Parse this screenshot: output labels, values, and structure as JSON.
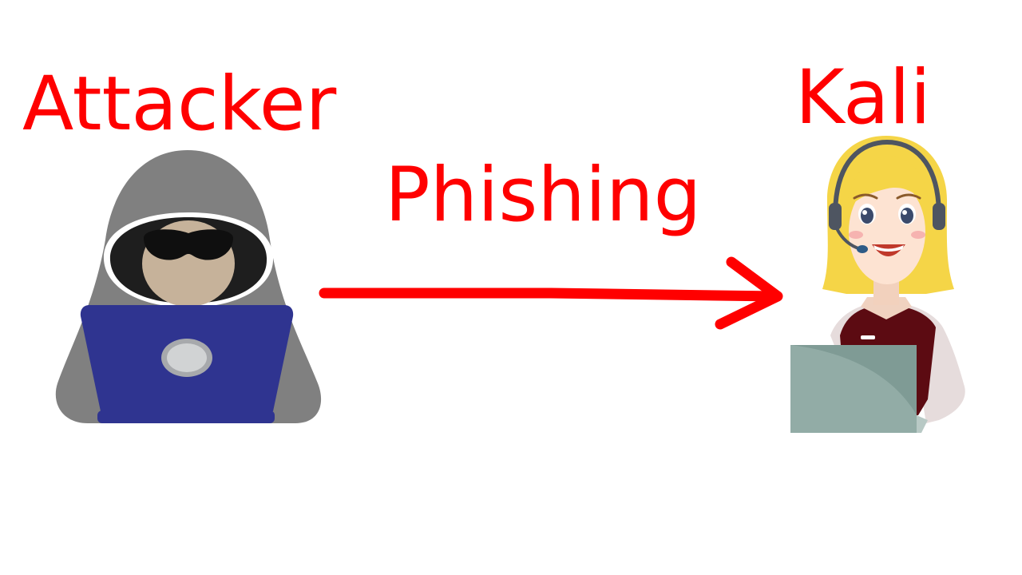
{
  "labels": {
    "attacker": "Attacker",
    "phishing": "Phishing",
    "target": "Kali"
  },
  "colors": {
    "label": "#ff0000",
    "arrow": "#ff0000",
    "hood": "#808080",
    "hood_inner": "#1e1e1e",
    "skin_attacker": "#c6b29a",
    "laptop_attacker": "#2f3490",
    "hair": "#f5d547",
    "headset": "#4e5561",
    "vest": "#5c0b12",
    "shirt": "#e6dcdc",
    "laptop_target": "#92aca6"
  },
  "icons": {
    "attacker": "hooded-hacker-icon",
    "target": "support-agent-icon",
    "flow": "arrow-right-icon"
  }
}
